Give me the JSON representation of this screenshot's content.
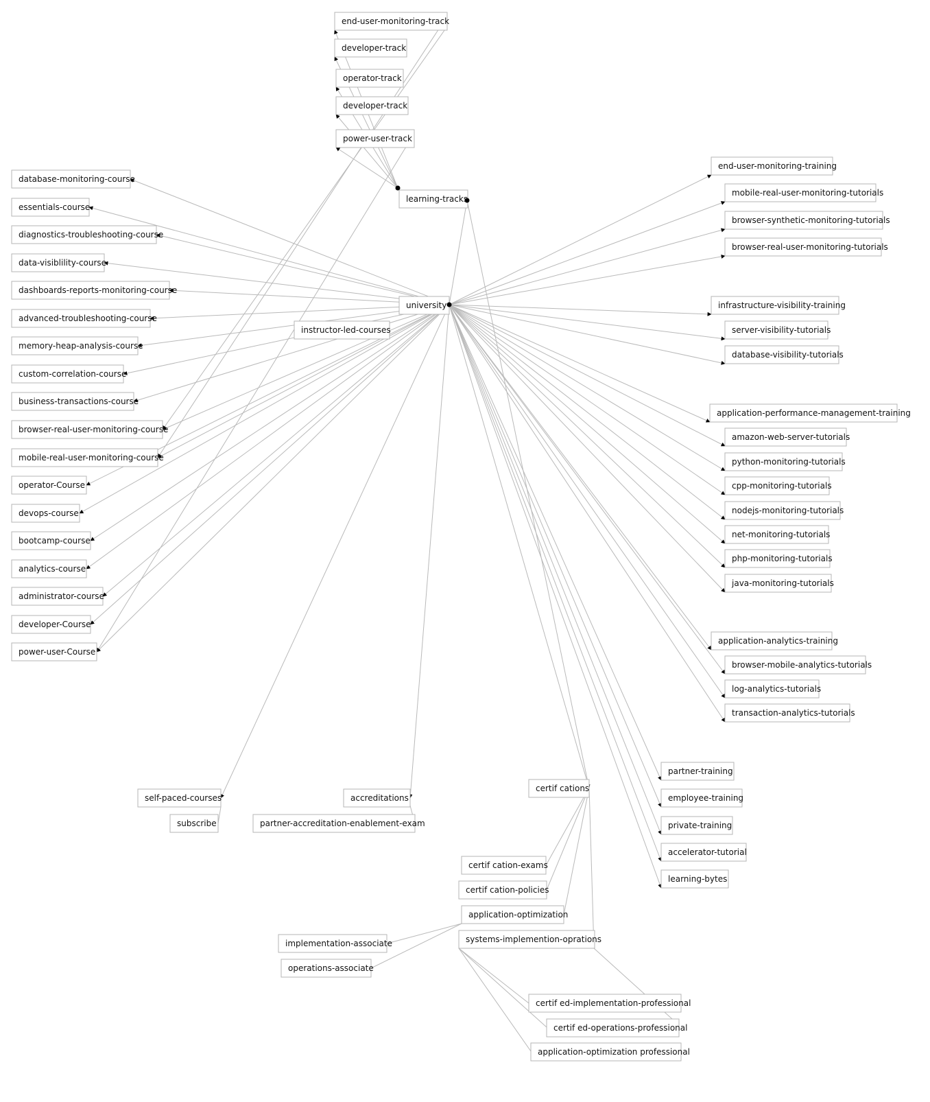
{
  "diagram": {
    "colors": {
      "background": "#ffffff",
      "node_border": "#b5b5b5",
      "edge": "#b9b9b9",
      "text": "#111111",
      "marker": "#000000"
    },
    "nodes": {
      "end_user_monitoring_track": "end-user-monitoring-track",
      "developer_track_1": "developer-track",
      "operator_track": "operator-track",
      "developer_track_2": "developer-track",
      "power_user_track": "power-user-track",
      "learning_tracks": "learning-tracks",
      "university": "university",
      "instructor_led_courses": "instructor-led-courses",
      "database_monitoring_course": "database-monitoring-course",
      "essentials_course": "essentials-course",
      "diagnostics_troubleshooting_course": "diagnostics-troubleshooting-course",
      "data_visiblility_course": "data-visiblility-course",
      "dashboards_reports_monitoring_course": "dashboards-reports-monitoring-course",
      "advanced_troubleshooting_course": "advanced-troubleshooting-course",
      "memory_heap_analysis_course": "memory-heap-analysis-course",
      "custom_correlation_course": "custom-correlation-course",
      "business_transactions_course": "business-transactions-course",
      "browser_real_user_monitoring_course": "browser-real-user-monitoring-course",
      "mobile_real_user_monitoring_course": "mobile-real-user-monitoring-course",
      "operator_course": "operator-Course",
      "devops_course": "devops-course",
      "bootcamp_course": "bootcamp-course",
      "analytics_course": "analytics-course",
      "administrator_course": "administrator-course",
      "developer_course": "developer-Course",
      "power_user_course": "power-user-Course",
      "end_user_monitoring_training": "end-user-monitoring-training",
      "mobile_real_user_monitoring_tutorials": "mobile-real-user-monitoring-tutorials",
      "browser_synthetic_monitoring_tutorials": "browser-synthetic-monitoring-tutorials",
      "browser_real_user_monitoring_tutorials": "browser-real-user-monitoring-tutorials",
      "infrastructure_visibility_training": "infrastructure-visibility-training",
      "server_visibility_tutorials": "server-visibility-tutorials",
      "database_visibility_tutorials": "database-visibility-tutorials",
      "application_performance_management_training": "application-performance-management-training",
      "amazon_web_server_tutorials": "amazon-web-server-tutorials",
      "python_monitoring_tutorials": "python-monitoring-tutorials",
      "cpp_monitoring_tutorials": "cpp-monitoring-tutorials",
      "nodejs_monitoring_tutorials": "nodejs-monitoring-tutorials",
      "net_monitoring_tutorials": "net-monitoring-tutorials",
      "php_monitoring_tutorials": "php-monitoring-tutorials",
      "java_monitoring_tutorials": "java-monitoring-tutorials",
      "application_analytics_training": "application-analytics-training",
      "browser_mobile_analytics_tutorials": "browser-mobile-analytics-tutorials",
      "log_analytics_tutorials": "log-analytics-tutorials",
      "transaction_analytics_tutorials": "transaction-analytics-tutorials",
      "partner_training": "partner-training",
      "employee_training": "employee-training",
      "private_training": "private-training",
      "accelerator_tutorial": "accelerator-tutorial",
      "learning_bytes": "learning-bytes",
      "self_paced_courses": "self-paced-courses",
      "subscribe": "subscribe",
      "accreditations": "accreditations",
      "partner_accreditation_enablement_exam": "partner-accreditation-enablement-exam",
      "certif_cations": "certif cations",
      "certif_cation_exams": "certif cation-exams",
      "certif_cation_policies": "certif cation-policies",
      "application_optimization": "application-optimization",
      "systems_implemention_oprations": "systems-implemention-oprations",
      "implementation_associate": "implementation-associate",
      "operations_associate": "operations-associate",
      "certif_ed_implementation_professional": "certif ed-implementation-professional",
      "certif_ed_operations_professional": "certif ed-operations-professional",
      "application_optimization_professional": "application-optimization professional"
    }
  }
}
